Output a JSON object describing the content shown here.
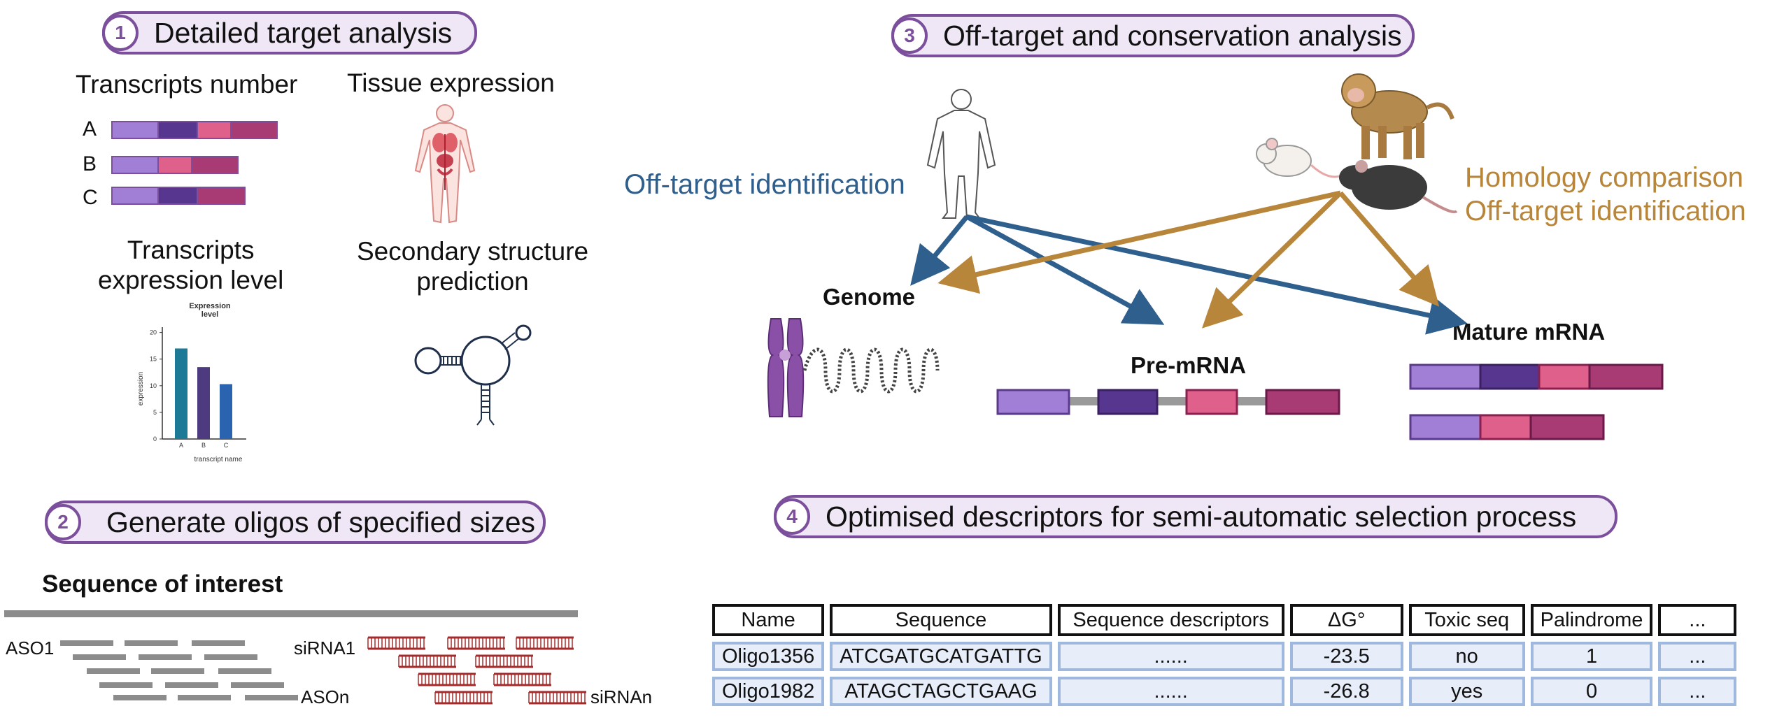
{
  "section1": {
    "number": "1",
    "title": "Detailed target analysis",
    "transcripts_number": "Transcripts number",
    "tissue_expression": "Tissue expression",
    "transcripts_expression_level": [
      "Transcripts",
      "expression level"
    ],
    "secondary_structure": [
      "Secondary structure",
      "prediction"
    ],
    "transcript_labels": [
      "A",
      "B",
      "C"
    ]
  },
  "section2": {
    "number": "2",
    "title": "Generate oligos of specified sizes",
    "sequence_of_interest": "Sequence of interest",
    "aso_first": "ASO1",
    "aso_last": "ASOn",
    "sirna_first": "siRNA1",
    "sirna_last": "siRNAn"
  },
  "section3": {
    "number": "3",
    "title": "Off-target and conservation analysis",
    "off_target_left": "Off-target identification",
    "homology_comparison": "Homology comparison",
    "off_target_right": "Off-target identification",
    "genome": "Genome",
    "pre_mrna": "Pre-mRNA",
    "mature_mrna": "Mature mRNA"
  },
  "section4": {
    "number": "4",
    "title": "Optimised descriptors for semi-automatic selection process",
    "columns": [
      "Name",
      "Sequence",
      "Sequence descriptors",
      "ΔG°",
      "Toxic seq",
      "Palindrome",
      "..."
    ],
    "rows": [
      [
        "Oligo1356",
        "ATCGATGCATGATTG",
        "......",
        "-23.5",
        "no",
        "1",
        "..."
      ],
      [
        "Oligo1982",
        "ATAGCTAGCTGAAG",
        "......",
        "-26.8",
        "yes",
        "0",
        "..."
      ]
    ]
  },
  "chart_data": {
    "type": "bar",
    "title": "Expression level",
    "xlabel": "transcript name",
    "ylabel": "expression",
    "categories": [
      "A",
      "B",
      "C"
    ],
    "values": [
      17,
      13.5,
      10.3
    ],
    "yticks": [
      0,
      5,
      10,
      15,
      20
    ],
    "ylim": [
      0,
      21
    ],
    "colors": [
      "#1c7a96",
      "#4e3a7e",
      "#2a63b0"
    ]
  },
  "colors": {
    "accent_purple": "#7b4f9b",
    "human_arrow": "#2f5f8d",
    "animal_arrow": "#b8863b",
    "exon1": "#a27fd6",
    "exon2": "#56368e",
    "exon3": "#e0608c",
    "exon4": "#a83a74",
    "sirna": "#a52a2a"
  }
}
